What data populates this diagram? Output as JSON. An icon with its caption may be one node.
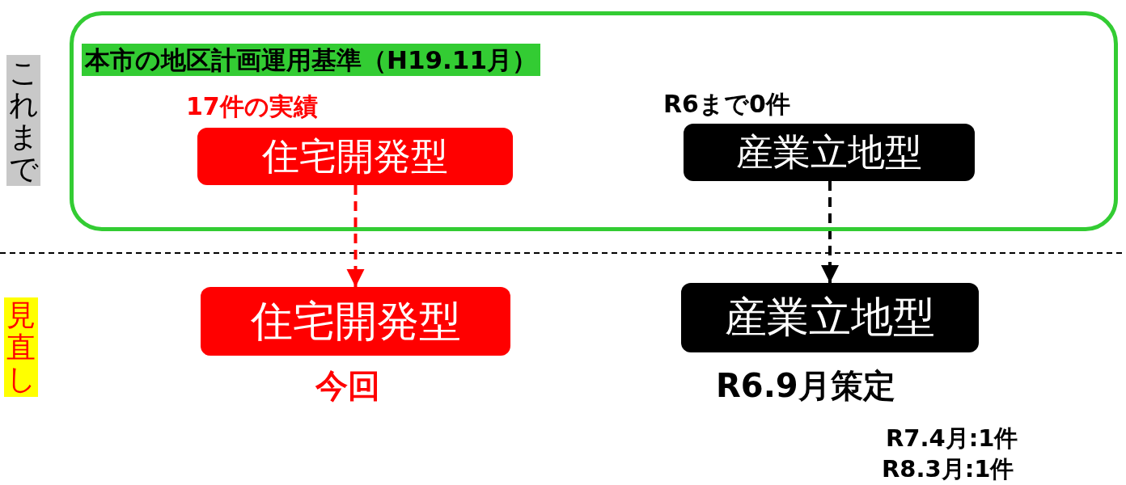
{
  "diagram": {
    "nodes": [
      {
        "text": [
          "本市の地区計画運用基準（H19.11月）"
        ]
      },
      {
        "text": [
          "住宅開発型"
        ],
        "in": 0,
        "beside": [
          "17件の実績"
        ]
      },
      {
        "text": [
          "産業立地型"
        ],
        "in": 0,
        "beside": [
          "R6まで0件"
        ]
      },
      {
        "text": [
          "住宅開発型"
        ],
        "beside": [
          "今回"
        ]
      },
      {
        "text": [
          "産業立地型"
        ],
        "beside": [
          "R6.9月策定"
        ]
      }
    ],
    "edges": [
      {
        "from": 1,
        "to": 3,
        "arrow": "to",
        "style": "dashed",
        "color": "#ff0000"
      },
      {
        "from": 2,
        "to": 4,
        "arrow": "to",
        "style": "dashed",
        "color": "#000000"
      }
    ],
    "labels": [
      "これまで",
      "見直し",
      "R7.4月:1件",
      "R8.3月:1件"
    ]
  }
}
